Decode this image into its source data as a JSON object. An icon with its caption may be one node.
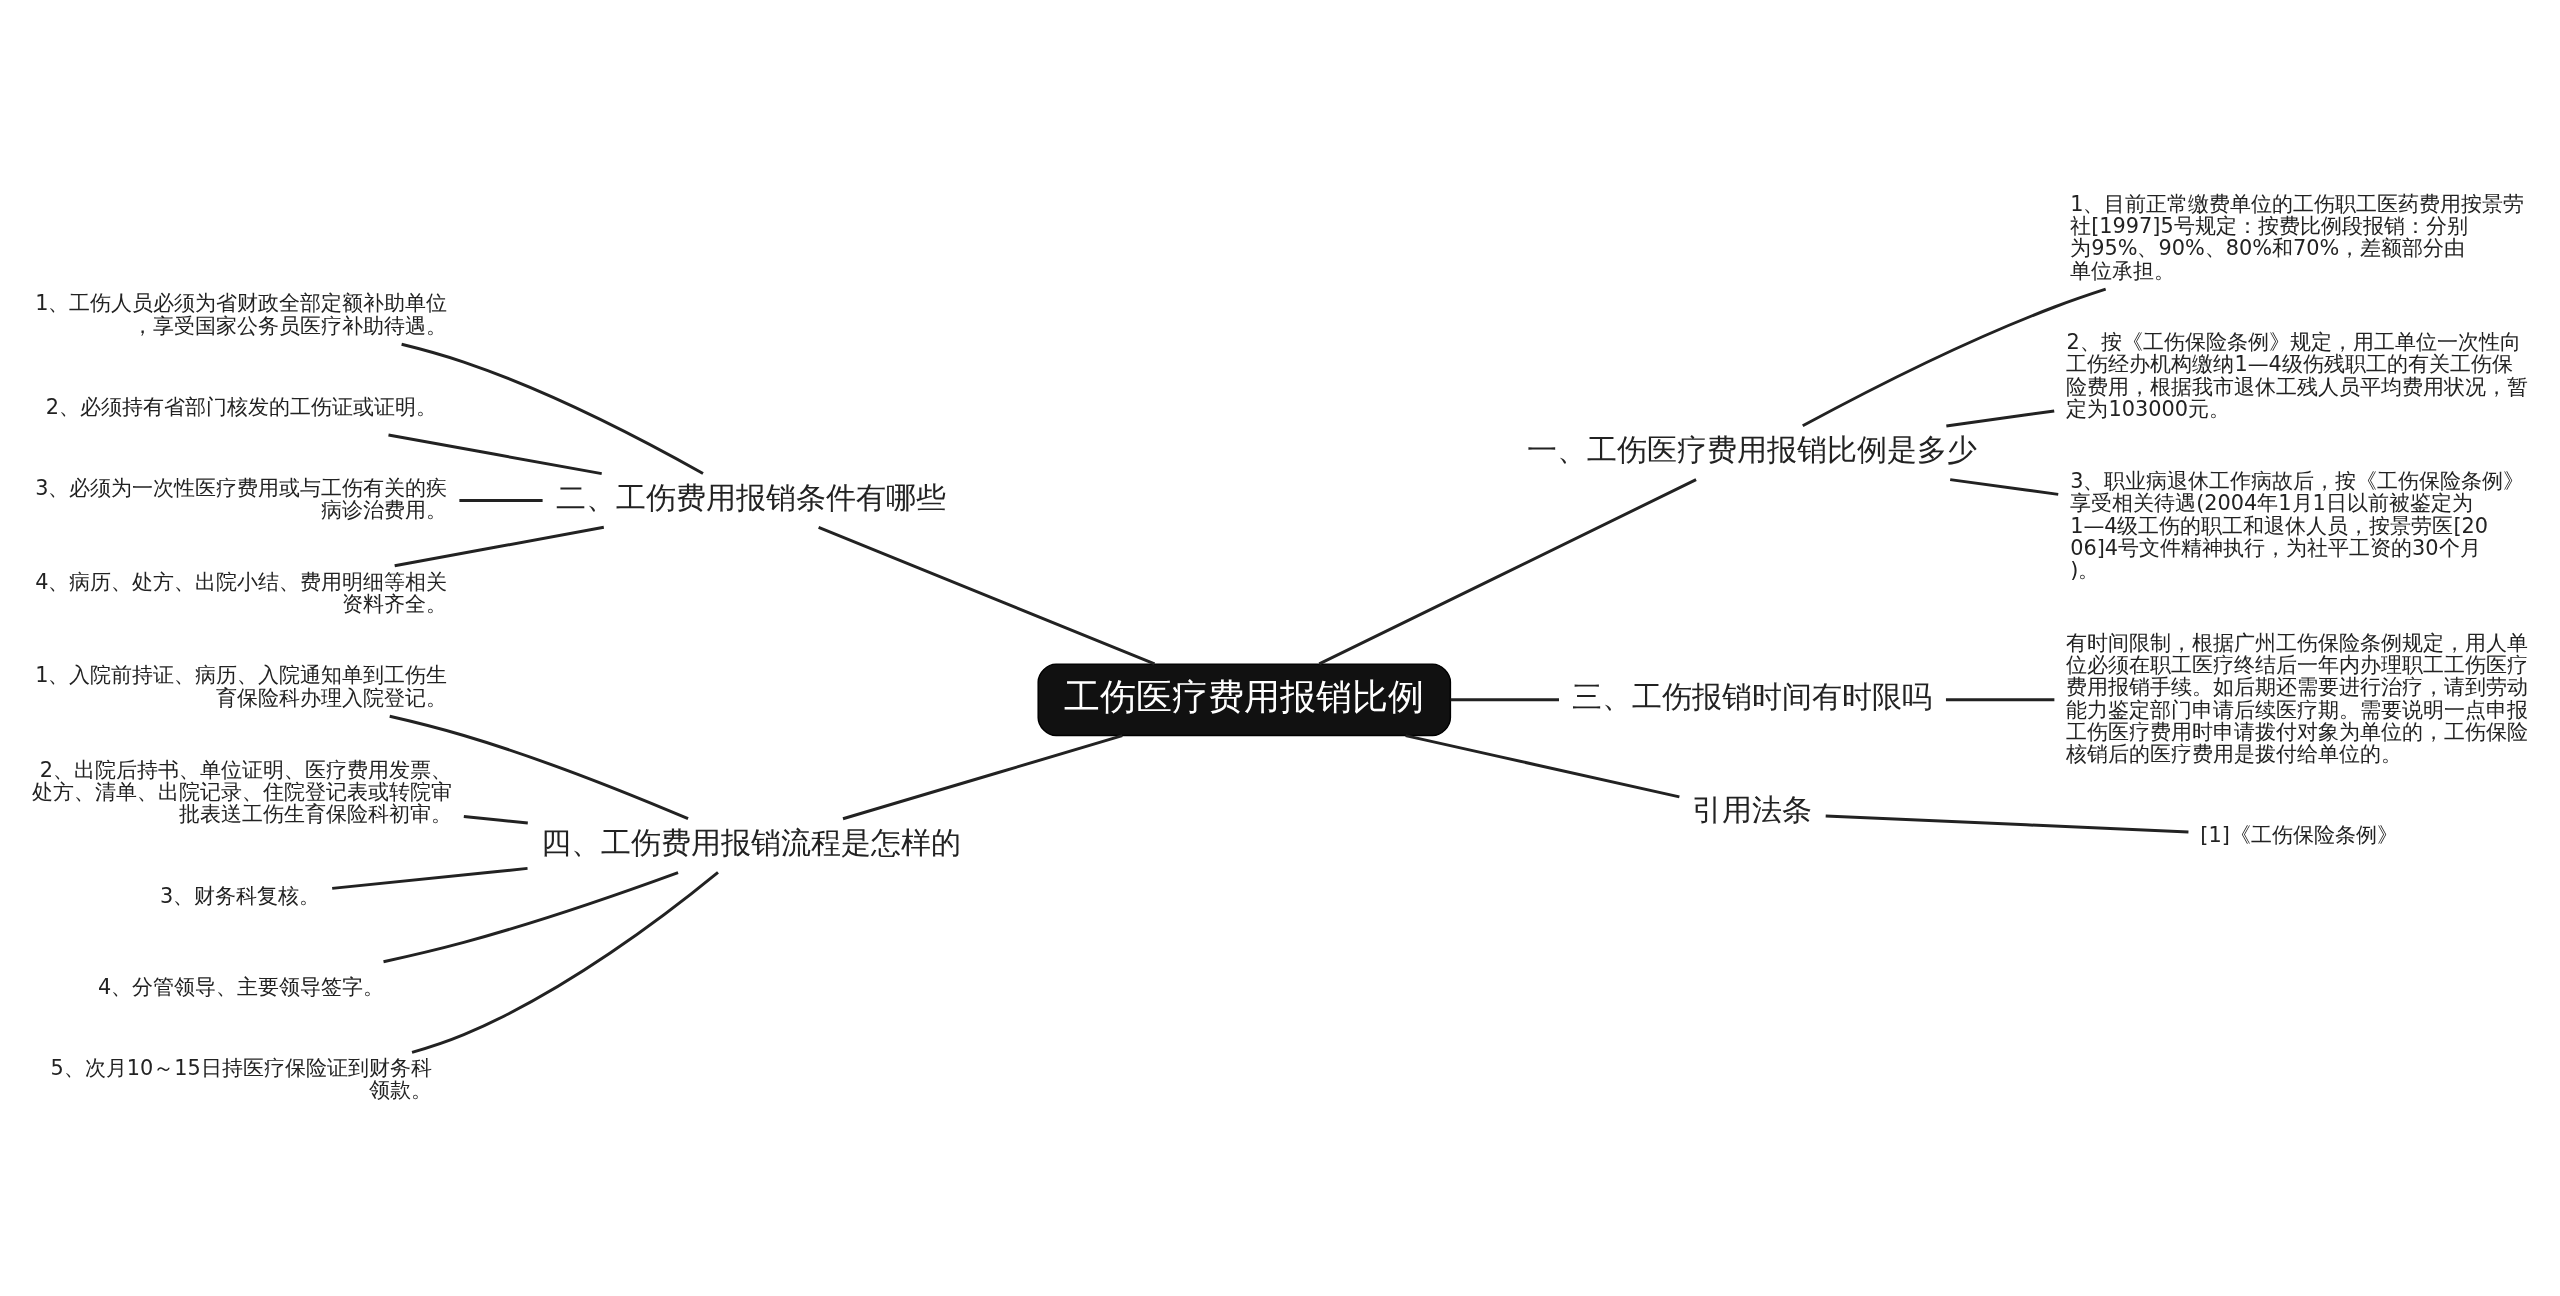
{
  "diagram": {
    "nodes": [
      {
        "text": [
          "工伤医疗费用报销比例"
        ]
      },
      {
        "text": [
          "二、工伤费用报销条件有哪些"
        ]
      },
      {
        "text": [
          "1、工伤人员必须为省财政全部定额补助单位，享受国家公务员医疗补助待遇。"
        ]
      },
      {
        "text": [
          "2、必须持有省部门核发的工伤证或证明。"
        ]
      },
      {
        "text": [
          "3、必须为一次性医疗费用或与工伤有关的疾病诊治费用。"
        ]
      },
      {
        "text": [
          "4、病历、处方、出院小结、费用明细等相关资料齐全。"
        ]
      },
      {
        "text": [
          "四、工伤费用报销流程是怎样的"
        ]
      },
      {
        "text": [
          "1、入院前持证、病历、入院通知单到工伤生育保险科办理入院登记。"
        ]
      },
      {
        "text": [
          "2、出院后持书、单位证明、医疗费用发票、处方、清单、出院记录、住院登记表或转院审批表送工伤生育保险科初审。"
        ]
      },
      {
        "text": [
          "3、财务科复核。"
        ]
      },
      {
        "text": [
          "4、分管领导、主要领导签字。"
        ]
      },
      {
        "text": [
          "5、次月10～15日持医疗保险证到财务科领款。"
        ]
      },
      {
        "text": [
          "一、工伤医疗费用报销比例是多少"
        ]
      },
      {
        "text": [
          "1、目前正常缴费单位的工伤职工医药费用按景劳社[1997]5号规定：按费比例段报销：分别为95%、90%、80%和70%，差额部分由单位承担。"
        ]
      },
      {
        "text": [
          "2、按《工伤保险条例》规定，用工单位一次性向工伤经办机构缴纳1—4级伤残职工的有关工伤保险费用，根据我市退休工残人员平均费用状况，暂定为103000元。"
        ]
      },
      {
        "text": [
          "3、职业病退休工作病故后，按《工伤保险条例》享受相关待遇(2004年1月1日以前被鉴定为1—4级工伤的职工和退休人员，按景劳医[2006]4号文件精神执行，为社平工资的30个月)。"
        ]
      },
      {
        "text": [
          "三、工伤报销时间有时限吗"
        ]
      },
      {
        "text": [
          "有时间限制，根据广州工伤保险条例规定，用人单位必须在职工医疗终结后一年内办理职工工伤医疗费用报销手续。如后期还需要进行治疗，请到劳动能力鉴定部门申请后续医疗期。需要说明一点申报工伤医疗费用时申请拨付对象为单位的，工伤保险核销后的医疗费用是拨付给单位的。"
        ]
      },
      {
        "text": [
          "引用法条"
        ]
      },
      {
        "text": [
          "[1]《工伤保险条例》"
        ]
      }
    ],
    "edges": [
      {
        "from": 0,
        "to": 1,
        "arrow": "none"
      },
      {
        "from": 1,
        "to": 2,
        "arrow": "none"
      },
      {
        "from": 1,
        "to": 3,
        "arrow": "none"
      },
      {
        "from": 1,
        "to": 4,
        "arrow": "none"
      },
      {
        "from": 1,
        "to": 5,
        "arrow": "none"
      },
      {
        "from": 0,
        "to": 6,
        "arrow": "none"
      },
      {
        "from": 6,
        "to": 7,
        "arrow": "none"
      },
      {
        "from": 6,
        "to": 8,
        "arrow": "none"
      },
      {
        "from": 6,
        "to": 9,
        "arrow": "none"
      },
      {
        "from": 6,
        "to": 10,
        "arrow": "none"
      },
      {
        "from": 6,
        "to": 11,
        "arrow": "none"
      },
      {
        "from": 0,
        "to": 12,
        "arrow": "none"
      },
      {
        "from": 12,
        "to": 13,
        "arrow": "none"
      },
      {
        "from": 12,
        "to": 14,
        "arrow": "none"
      },
      {
        "from": 12,
        "to": 15,
        "arrow": "none"
      },
      {
        "from": 0,
        "to": 16,
        "arrow": "none"
      },
      {
        "from": 16,
        "to": 17,
        "arrow": "none"
      },
      {
        "from": 0,
        "to": 18,
        "arrow": "none"
      },
      {
        "from": 18,
        "to": 19,
        "arrow": "none"
      }
    ]
  }
}
